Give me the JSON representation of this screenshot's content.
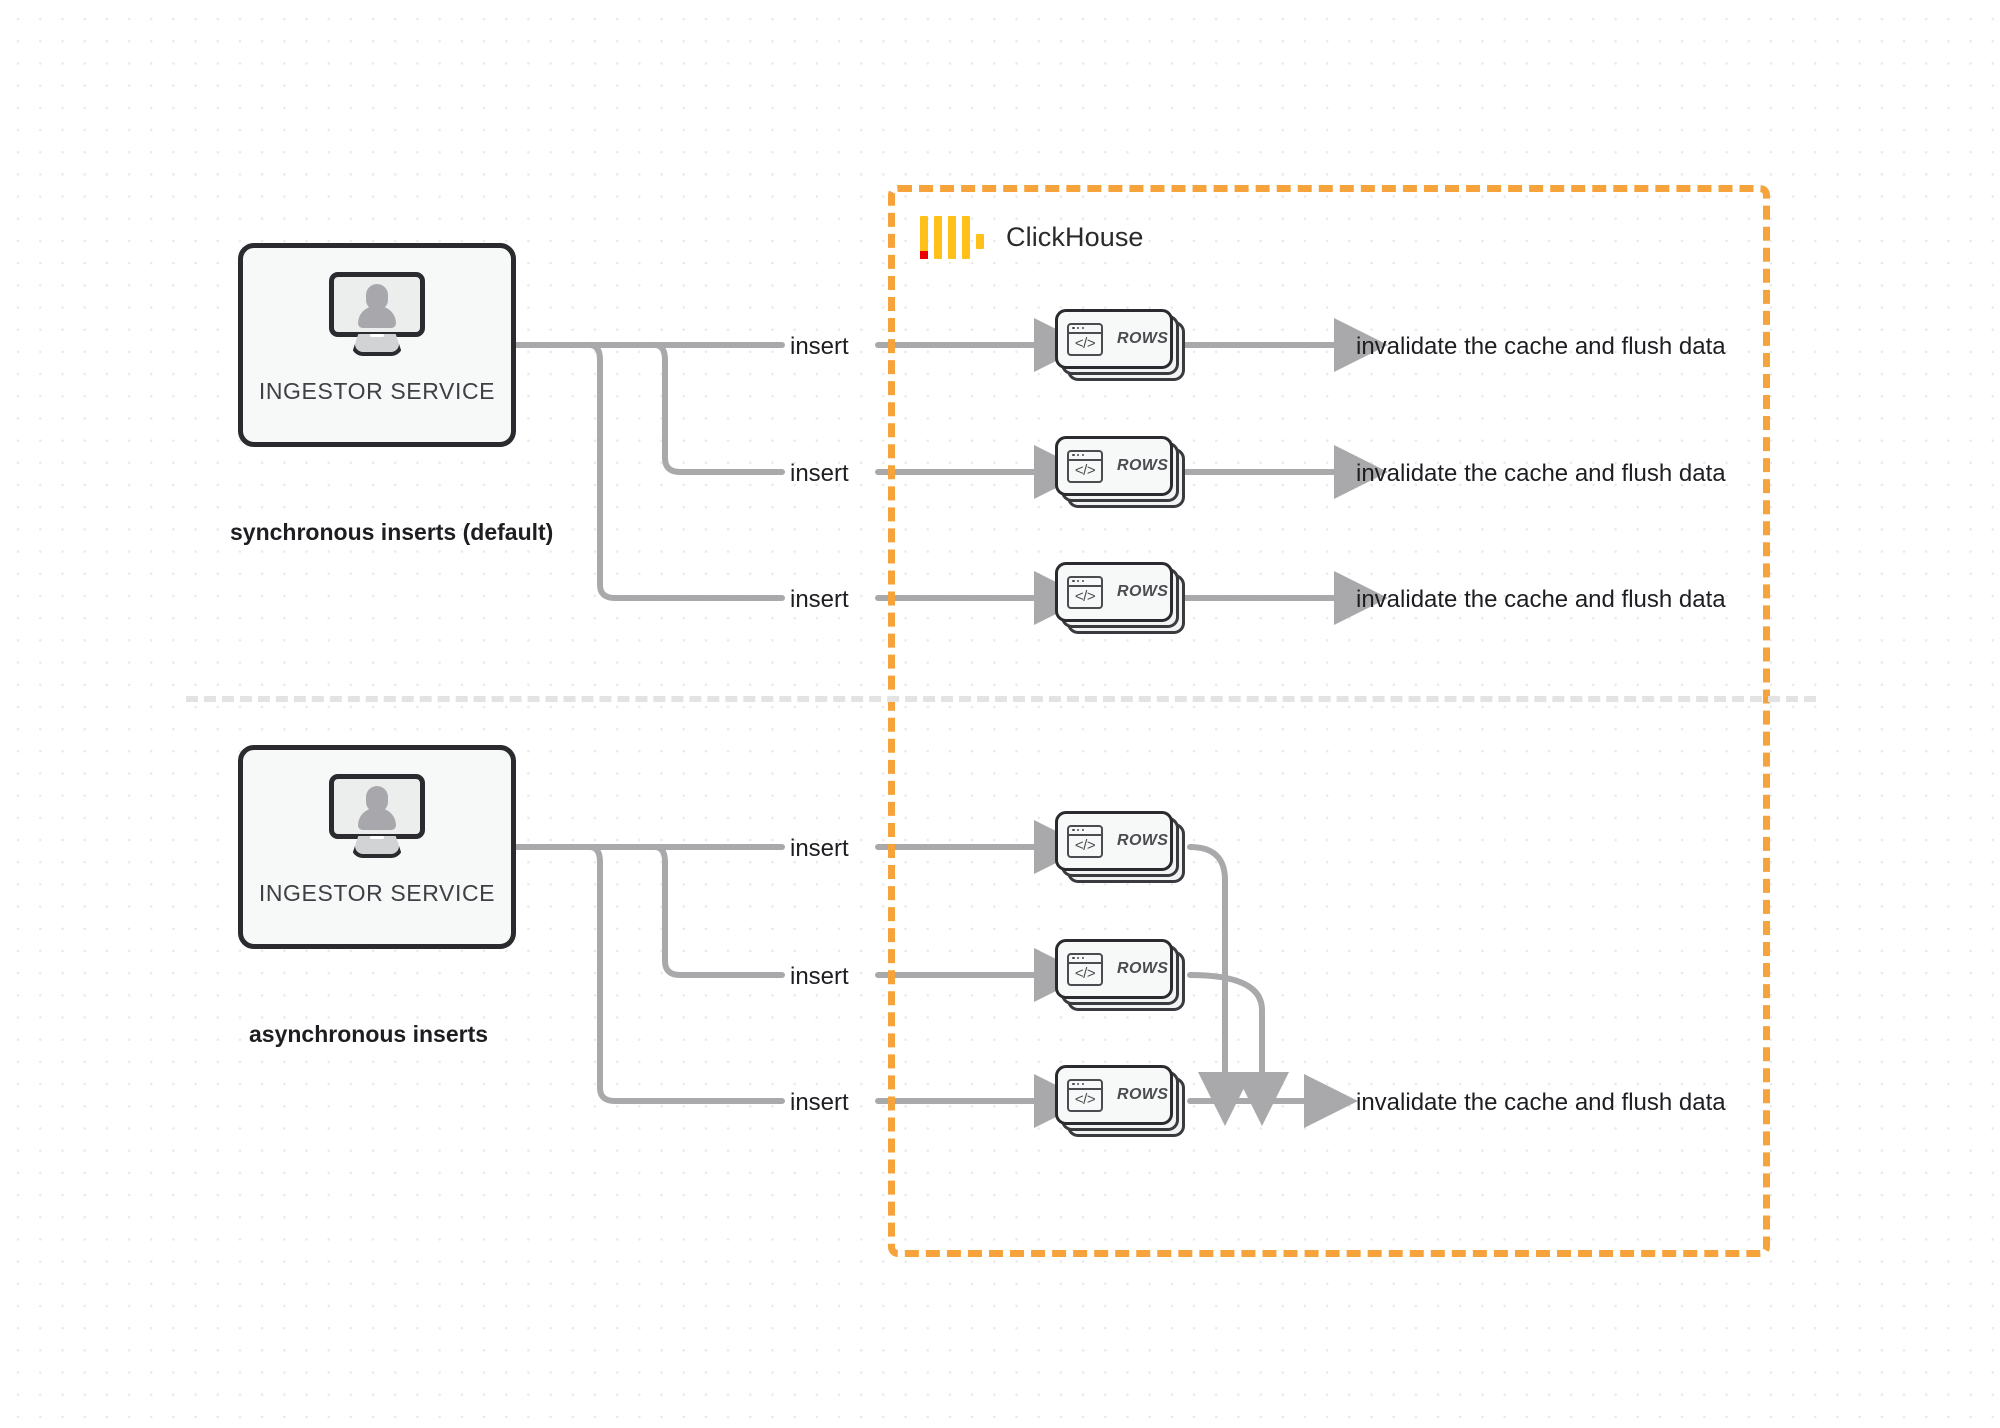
{
  "diagram": {
    "title": "ClickHouse synchronous vs asynchronous inserts",
    "background": "#ffffff",
    "grid_dot_color": "#e9e9ea",
    "accent_orange": "#f7a33c",
    "logo_yellow": "#ffc019",
    "logo_red": "#ec0000",
    "wire_gray": "#a9a9ab",
    "ink": "#1e1e22"
  },
  "clickhouse": {
    "name": "ClickHouse",
    "logo_icon": "clickhouse-logo-icon"
  },
  "sections": [
    {
      "id": "sync",
      "caption": "synchronous inserts (default)",
      "service": {
        "label": "INGESTOR SERVICE",
        "icon": "monitor-user-icon"
      },
      "rows": [
        {
          "insert_label": "insert",
          "card_label": "ROWS",
          "card_icon": "code-window-icon",
          "result": "invalidate the cache and flush data"
        },
        {
          "insert_label": "insert",
          "card_label": "ROWS",
          "card_icon": "code-window-icon",
          "result": "invalidate the cache and flush data"
        },
        {
          "insert_label": "insert",
          "card_label": "ROWS",
          "card_icon": "code-window-icon",
          "result": "invalidate the cache and flush data"
        }
      ]
    },
    {
      "id": "async",
      "caption": "asynchronous inserts",
      "service": {
        "label": "INGESTOR SERVICE",
        "icon": "monitor-user-icon"
      },
      "rows": [
        {
          "insert_label": "insert",
          "card_label": "ROWS",
          "card_icon": "code-window-icon"
        },
        {
          "insert_label": "insert",
          "card_label": "ROWS",
          "card_icon": "code-window-icon"
        },
        {
          "insert_label": "insert",
          "card_label": "ROWS",
          "card_icon": "code-window-icon"
        }
      ],
      "merged_result": "invalidate the cache and flush data"
    }
  ],
  "code_glyph": "</>"
}
